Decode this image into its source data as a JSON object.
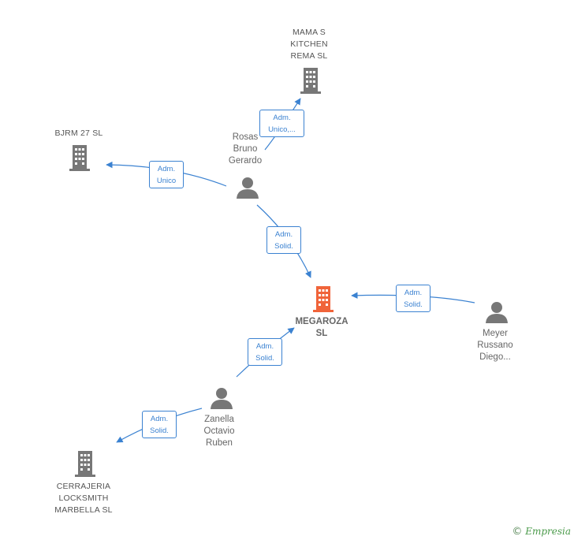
{
  "nodes": {
    "mama": {
      "label": "MAMA S\nKITCHEN\nREMA  SL",
      "kind": "company"
    },
    "bjrm": {
      "label": "BJRM 27  SL",
      "kind": "company"
    },
    "rosas": {
      "label": "Rosas\nBruno\nGerardo",
      "kind": "person"
    },
    "megaroza": {
      "label": "MEGAROZA\nSL",
      "kind": "focus"
    },
    "meyer": {
      "label": "Meyer\nRussano\nDiego...",
      "kind": "person"
    },
    "zanella": {
      "label": "Zanella\nOctavio\nRuben",
      "kind": "person"
    },
    "cerrajeria": {
      "label": "CERRAJERIA\nLOCKSMITH\nMARBELLA  SL",
      "kind": "company"
    }
  },
  "edges": {
    "rosas_mama": {
      "label": "Adm.\nUnico,..."
    },
    "rosas_bjrm": {
      "label": "Adm.\nUnico"
    },
    "rosas_megaroza": {
      "label": "Adm.\nSolid."
    },
    "meyer_megaroza": {
      "label": "Adm.\nSolid."
    },
    "zanella_megaroza": {
      "label": "Adm.\nSolid."
    },
    "zanella_cerrajeria": {
      "label": "Adm.\nSolid."
    }
  },
  "colors": {
    "edge": "#3b82d1",
    "company": "#777777",
    "focus": "#f0643a",
    "person": "#777777"
  },
  "footer": {
    "copyright": "©",
    "brand": "Empresia"
  }
}
